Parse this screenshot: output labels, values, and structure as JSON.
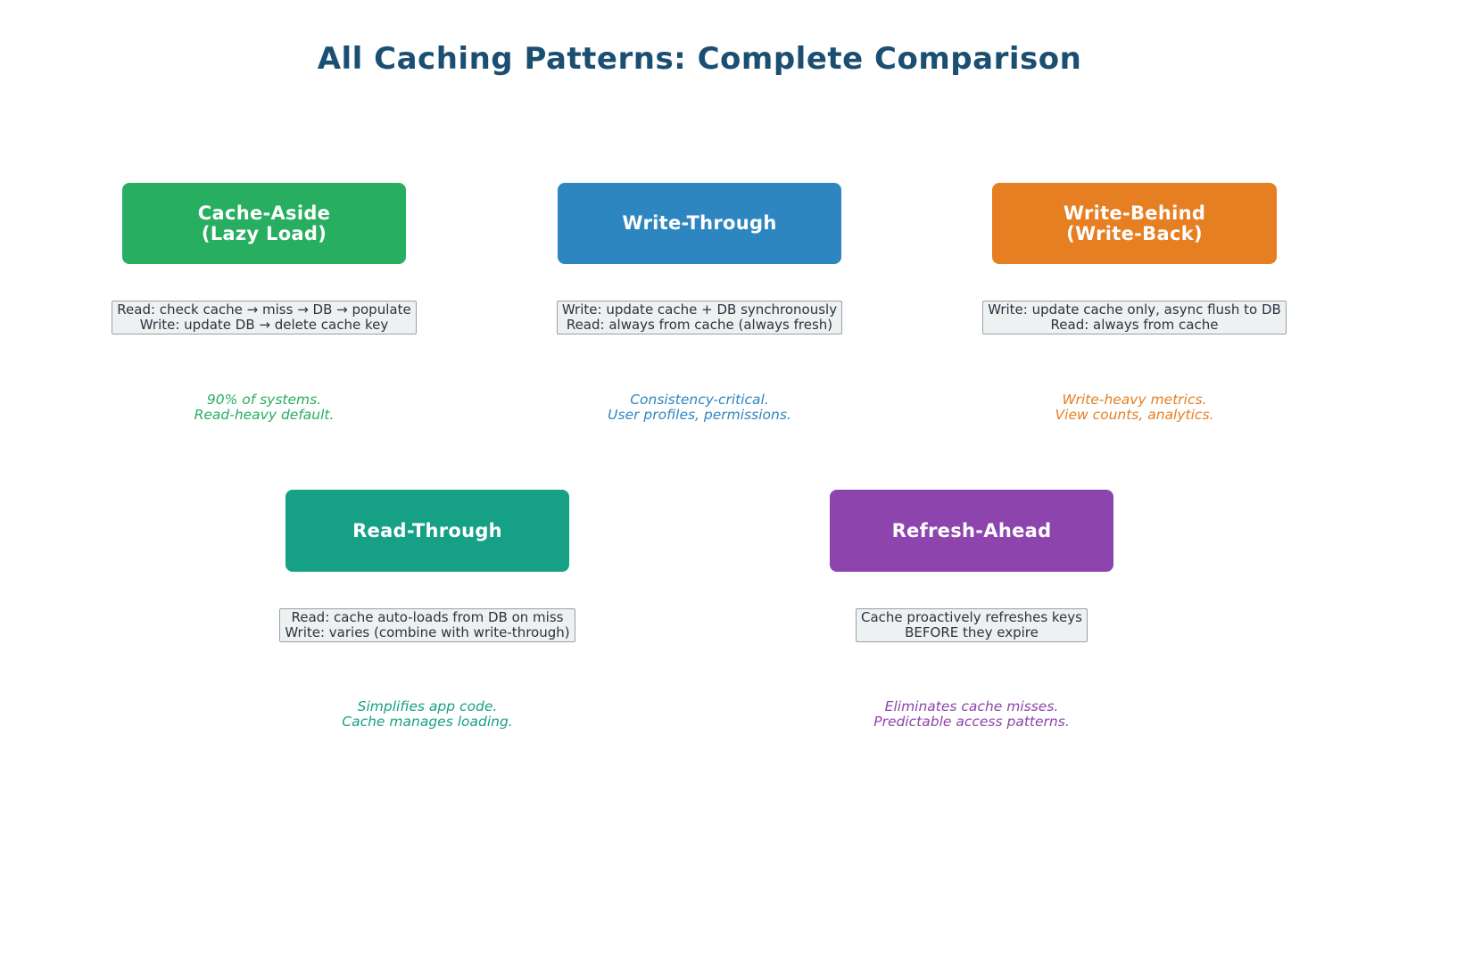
{
  "title": "All Caching Patterns: Complete Comparison",
  "title_color": "#1b4f72",
  "patterns": [
    {
      "name": "cache-aside",
      "title_line1": "Cache-Aside",
      "title_line2": "(Lazy Load)",
      "color": "#27ae60",
      "desc_line1": "Read: check cache → miss → DB → populate",
      "desc_line2": "Write: update DB → delete cache key",
      "note_line1": "90% of systems.",
      "note_line2": "Read-heavy default."
    },
    {
      "name": "write-through",
      "title_line1": "Write-Through",
      "title_line2": "",
      "color": "#2e86c1",
      "desc_line1": "Write: update cache + DB synchronously",
      "desc_line2": "Read: always from cache (always fresh)",
      "note_line1": "Consistency-critical.",
      "note_line2": "User profiles, permissions."
    },
    {
      "name": "write-behind",
      "title_line1": "Write-Behind",
      "title_line2": "(Write-Back)",
      "color": "#e67e22",
      "desc_line1": "Write: update cache only, async flush to DB",
      "desc_line2": "Read: always from cache",
      "note_line1": "Write-heavy metrics.",
      "note_line2": "View counts, analytics."
    },
    {
      "name": "read-through",
      "title_line1": "Read-Through",
      "title_line2": "",
      "color": "#16a085",
      "desc_line1": "Read: cache auto-loads from DB on miss",
      "desc_line2": "Write: varies (combine with write-through)",
      "note_line1": "Simplifies app code.",
      "note_line2": "Cache manages loading."
    },
    {
      "name": "refresh-ahead",
      "title_line1": "Refresh-Ahead",
      "title_line2": "",
      "color": "#8e44ad",
      "desc_line1": "Cache proactively refreshes keys",
      "desc_line2": "BEFORE they expire",
      "note_line1": "Eliminates cache misses.",
      "note_line2": "Predictable access patterns."
    }
  ]
}
